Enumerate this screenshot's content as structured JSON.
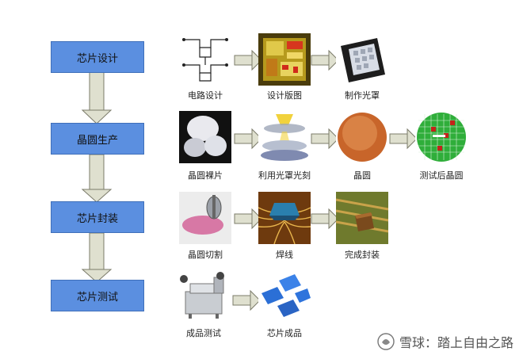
{
  "stages": [
    {
      "label": "芯片设计"
    },
    {
      "label": "晶圆生产"
    },
    {
      "label": "芯片封装"
    },
    {
      "label": "芯片测试"
    }
  ],
  "steps": {
    "design": [
      "电路设计",
      "设计版图",
      "制作光罩"
    ],
    "wafer": [
      "晶圆裸片",
      "利用光罩光刻",
      "晶圆",
      "测试后晶圆"
    ],
    "package": [
      "晶圆切割",
      "焊线",
      "完成封装"
    ],
    "test": [
      "成品测试",
      "芯片成品"
    ]
  },
  "watermark": {
    "text": "雪球：踏上自由之路"
  },
  "colors": {
    "stage_fill": "#5b8fe0",
    "arrow_fill": "#dfe0cf",
    "arrow_stroke": "#7b7b6a"
  }
}
